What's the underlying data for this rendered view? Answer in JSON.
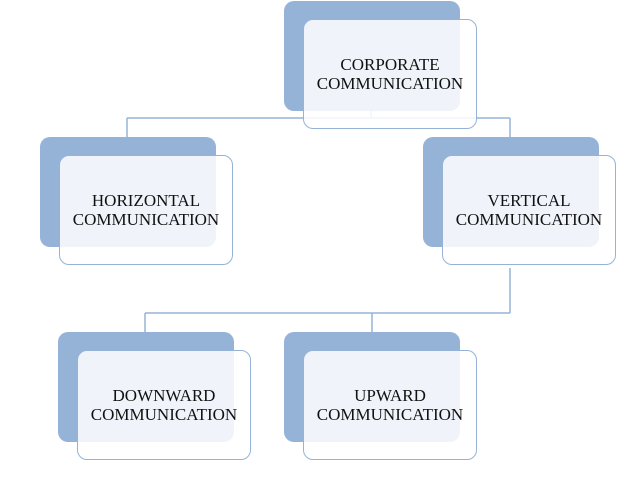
{
  "diagram": {
    "nodes": {
      "corporate": {
        "line1": "CORPORATE",
        "line2": "COMMUNICATION"
      },
      "horizontal": {
        "line1": "HORIZONTAL",
        "line2": "COMMUNICATION"
      },
      "vertical": {
        "line1": "VERTICAL",
        "line2": "COMMUNICATION"
      },
      "downward": {
        "line1": "DOWNWARD",
        "line2": "COMMUNICATION"
      },
      "upward": {
        "line1": "UPWARD",
        "line2": "COMMUNICATION"
      }
    },
    "colors": {
      "box_fill": "#95b3d7",
      "box_border": "#95b3d7",
      "connector": "#95b3d7",
      "text": "#111111"
    }
  }
}
